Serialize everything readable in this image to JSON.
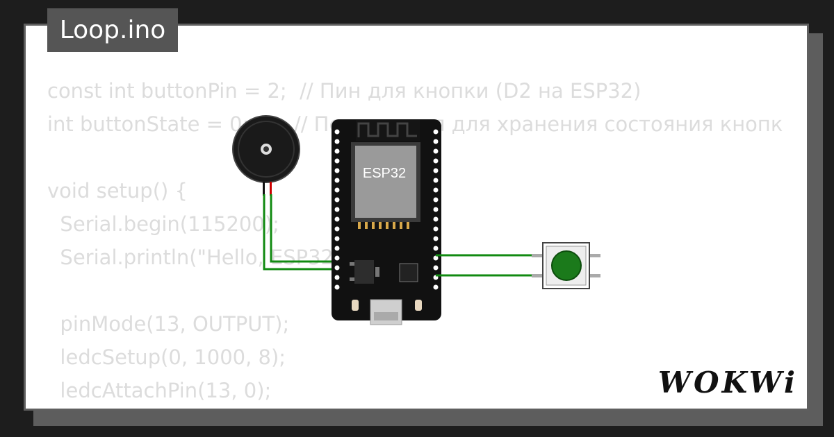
{
  "tab": {
    "filename": "Loop.ino"
  },
  "code_lines": [
    "const int buttonPin = 2;  // Пин для кнопки (D2 на ESP32)",
    "int buttonState = 0;       // Переменная для хранения состояния кнопк",
    "",
    "void setup() {",
    "  Serial.begin(115200);",
    "  Serial.println(\"Hello, ESP32!\");",
    "",
    "  pinMode(13, OUTPUT);",
    "  ledcSetup(0, 1000, 8);",
    "  ledcAttachPin(13, 0);"
  ],
  "board": {
    "label": "ESP32"
  },
  "brand": {
    "logo_text": "WOKWi"
  },
  "colors": {
    "wire": "#118a11",
    "button_cap": "#1b7a1b",
    "board": "#111111",
    "chip": "#9a9a9a"
  },
  "icons": [
    "buzzer-icon",
    "esp32-board",
    "pushbutton-icon",
    "usb-port-icon",
    "wokwi-logo-icon"
  ]
}
